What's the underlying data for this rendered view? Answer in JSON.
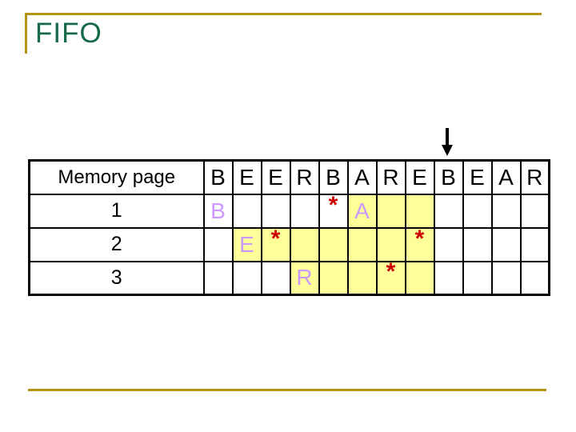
{
  "title": "FIFO",
  "colors": {
    "title_green": "#176A47",
    "gold_rule": "#B5950F",
    "highlight_yellow": "#FFFF99",
    "letter_purple": "#CC99FF",
    "star_red": "#CC0000",
    "border_black": "#000000"
  },
  "arrow": {
    "points_to_column": 9,
    "icon": "down-arrow"
  },
  "table": {
    "header_label": "Memory page",
    "reference_string": [
      "B",
      "E",
      "E",
      "R",
      "B",
      "A",
      "R",
      "E",
      "B",
      "E",
      "A",
      "R"
    ],
    "rows": [
      {
        "label": "1",
        "cells": [
          {
            "text": "B",
            "kind": "letter",
            "highlight": false
          },
          {
            "text": "",
            "kind": "empty",
            "highlight": false
          },
          {
            "text": "",
            "kind": "empty",
            "highlight": false
          },
          {
            "text": "",
            "kind": "empty",
            "highlight": false
          },
          {
            "text": "*",
            "kind": "star",
            "highlight": false
          },
          {
            "text": "A",
            "kind": "letter",
            "highlight": true
          },
          {
            "text": "",
            "kind": "empty",
            "highlight": true
          },
          {
            "text": "",
            "kind": "empty",
            "highlight": true
          },
          {
            "text": "",
            "kind": "empty",
            "highlight": false
          },
          {
            "text": "",
            "kind": "empty",
            "highlight": false
          },
          {
            "text": "",
            "kind": "empty",
            "highlight": false
          },
          {
            "text": "",
            "kind": "empty",
            "highlight": false
          }
        ]
      },
      {
        "label": "2",
        "cells": [
          {
            "text": "",
            "kind": "empty",
            "highlight": false
          },
          {
            "text": "E",
            "kind": "letter",
            "highlight": true
          },
          {
            "text": "*",
            "kind": "star",
            "highlight": true
          },
          {
            "text": "",
            "kind": "empty",
            "highlight": true
          },
          {
            "text": "",
            "kind": "empty",
            "highlight": true
          },
          {
            "text": "",
            "kind": "empty",
            "highlight": true
          },
          {
            "text": "",
            "kind": "empty",
            "highlight": true
          },
          {
            "text": "*",
            "kind": "star",
            "highlight": true
          },
          {
            "text": "",
            "kind": "empty",
            "highlight": false
          },
          {
            "text": "",
            "kind": "empty",
            "highlight": false
          },
          {
            "text": "",
            "kind": "empty",
            "highlight": false
          },
          {
            "text": "",
            "kind": "empty",
            "highlight": false
          }
        ]
      },
      {
        "label": "3",
        "cells": [
          {
            "text": "",
            "kind": "empty",
            "highlight": false
          },
          {
            "text": "",
            "kind": "empty",
            "highlight": false
          },
          {
            "text": "",
            "kind": "empty",
            "highlight": false
          },
          {
            "text": "R",
            "kind": "letter",
            "highlight": true
          },
          {
            "text": "",
            "kind": "empty",
            "highlight": true
          },
          {
            "text": "",
            "kind": "empty",
            "highlight": true
          },
          {
            "text": "*",
            "kind": "star",
            "highlight": true
          },
          {
            "text": "",
            "kind": "empty",
            "highlight": true
          },
          {
            "text": "",
            "kind": "empty",
            "highlight": false
          },
          {
            "text": "",
            "kind": "empty",
            "highlight": false
          },
          {
            "text": "",
            "kind": "empty",
            "highlight": false
          },
          {
            "text": "",
            "kind": "empty",
            "highlight": false
          }
        ]
      }
    ]
  }
}
